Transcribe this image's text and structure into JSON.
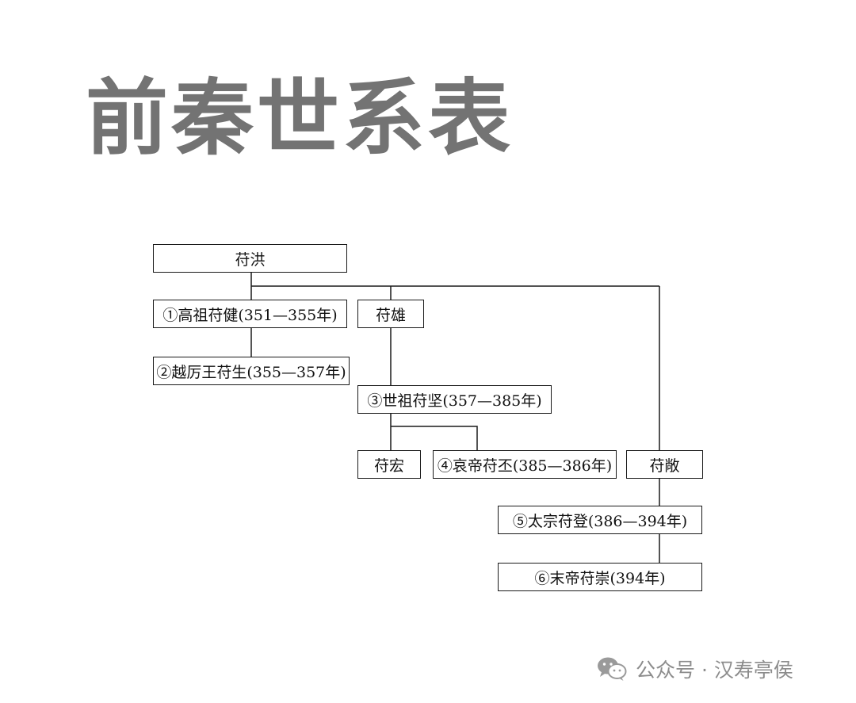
{
  "title": "前秦世系表",
  "watermark": {
    "text": "公众号 · 汉寿亭侯",
    "icon": "wechat-icon"
  },
  "colors": {
    "title": "#737373",
    "line": "#1a1a1a",
    "watermark": "#8c8c8c"
  },
  "tree": {
    "nodes": [
      {
        "id": "fu-hong",
        "label": "苻洪"
      },
      {
        "id": "fu-jian-gaozu",
        "label": "①高祖苻健(351—355年)"
      },
      {
        "id": "fu-xiong",
        "label": "苻雄"
      },
      {
        "id": "fu-sheng",
        "label": "②越厉王苻生(355—357年)"
      },
      {
        "id": "fu-jian-shizu",
        "label": "③世祖苻坚(357—385年)"
      },
      {
        "id": "fu-hong-2",
        "label": "苻宏"
      },
      {
        "id": "fu-pi",
        "label": "④哀帝苻丕(385—386年)"
      },
      {
        "id": "fu-chang",
        "label": "苻敞"
      },
      {
        "id": "fu-deng",
        "label": "⑤太宗苻登(386—394年)"
      },
      {
        "id": "fu-chong",
        "label": "⑥末帝苻崇(394年)"
      }
    ],
    "edges": [
      [
        "fu-hong",
        "fu-jian-gaozu"
      ],
      [
        "fu-hong",
        "fu-xiong"
      ],
      [
        "fu-hong",
        "fu-chang"
      ],
      [
        "fu-jian-gaozu",
        "fu-sheng"
      ],
      [
        "fu-xiong",
        "fu-jian-shizu"
      ],
      [
        "fu-jian-shizu",
        "fu-hong-2"
      ],
      [
        "fu-jian-shizu",
        "fu-pi"
      ],
      [
        "fu-chang",
        "fu-deng"
      ],
      [
        "fu-deng",
        "fu-chong"
      ]
    ]
  }
}
